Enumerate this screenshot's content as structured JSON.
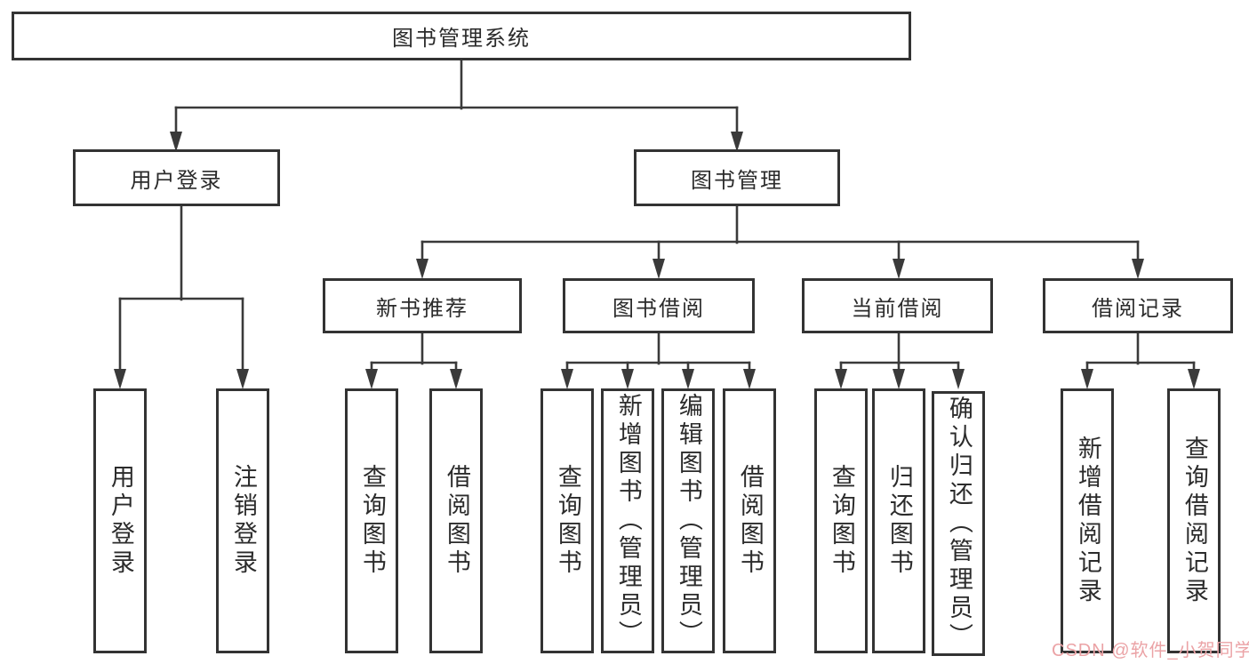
{
  "colors": {
    "line": "#3a3a3a",
    "box_border": "#333333",
    "text": "#2b2b2b",
    "background": "#ffffff",
    "watermark": "#eba3a6"
  },
  "watermark": "CSDN @软件_小贺同学",
  "tree": {
    "root": "图书管理系统",
    "user_login": {
      "label": "用户登录",
      "children": [
        "用户登录",
        "注销登录"
      ]
    },
    "book_mgmt": {
      "label": "图书管理",
      "sections": [
        {
          "label": "新书推荐",
          "children": [
            "查询图书",
            "借阅图书"
          ]
        },
        {
          "label": "图书借阅",
          "children": [
            "查询图书",
            "新增图书（管理员）",
            "编辑图书（管理员）",
            "借阅图书"
          ]
        },
        {
          "label": "当前借阅",
          "children": [
            "查询图书",
            "归还图书",
            "确认归还（管理员）"
          ]
        },
        {
          "label": "借阅记录",
          "children": [
            "新增借阅记录",
            "查询借阅记录"
          ]
        }
      ]
    }
  }
}
